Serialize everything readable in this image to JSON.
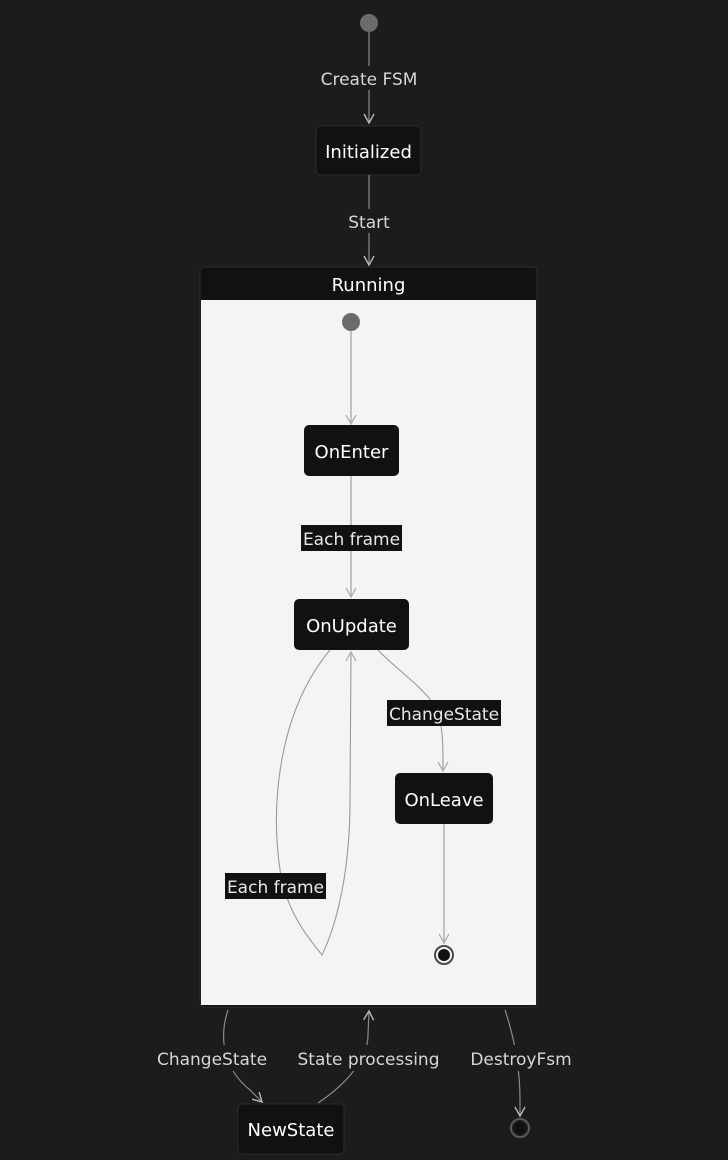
{
  "states": {
    "initialized": "Initialized",
    "running": "Running",
    "on_enter": "OnEnter",
    "on_update": "OnUpdate",
    "on_leave": "OnLeave",
    "new_state": "NewState"
  },
  "transitions": {
    "create_fsm": "Create FSM",
    "start": "Start",
    "each_frame_enter": "Each frame",
    "change_state_inner": "ChangeState",
    "each_frame_loop": "Each frame",
    "change_state_outer": "ChangeState",
    "state_processing": "State processing",
    "destroy_fsm": "DestroyFsm"
  },
  "colors": {
    "background": "#1c1c1c",
    "node_fill": "#111111",
    "composite_body": "#f4f4f4",
    "edge": "#8a8a8a",
    "start_dot": "#6b6b6b"
  }
}
